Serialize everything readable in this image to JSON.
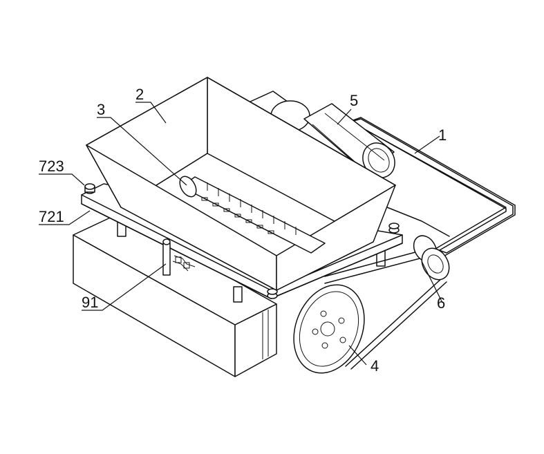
{
  "labels": {
    "frame": "1",
    "hopper": "2",
    "crushing_roller": "3",
    "large_pulley": "4",
    "motor": "5",
    "small_pulley": "6",
    "bolt": "723",
    "support_plate": "721",
    "sensor": "91"
  }
}
